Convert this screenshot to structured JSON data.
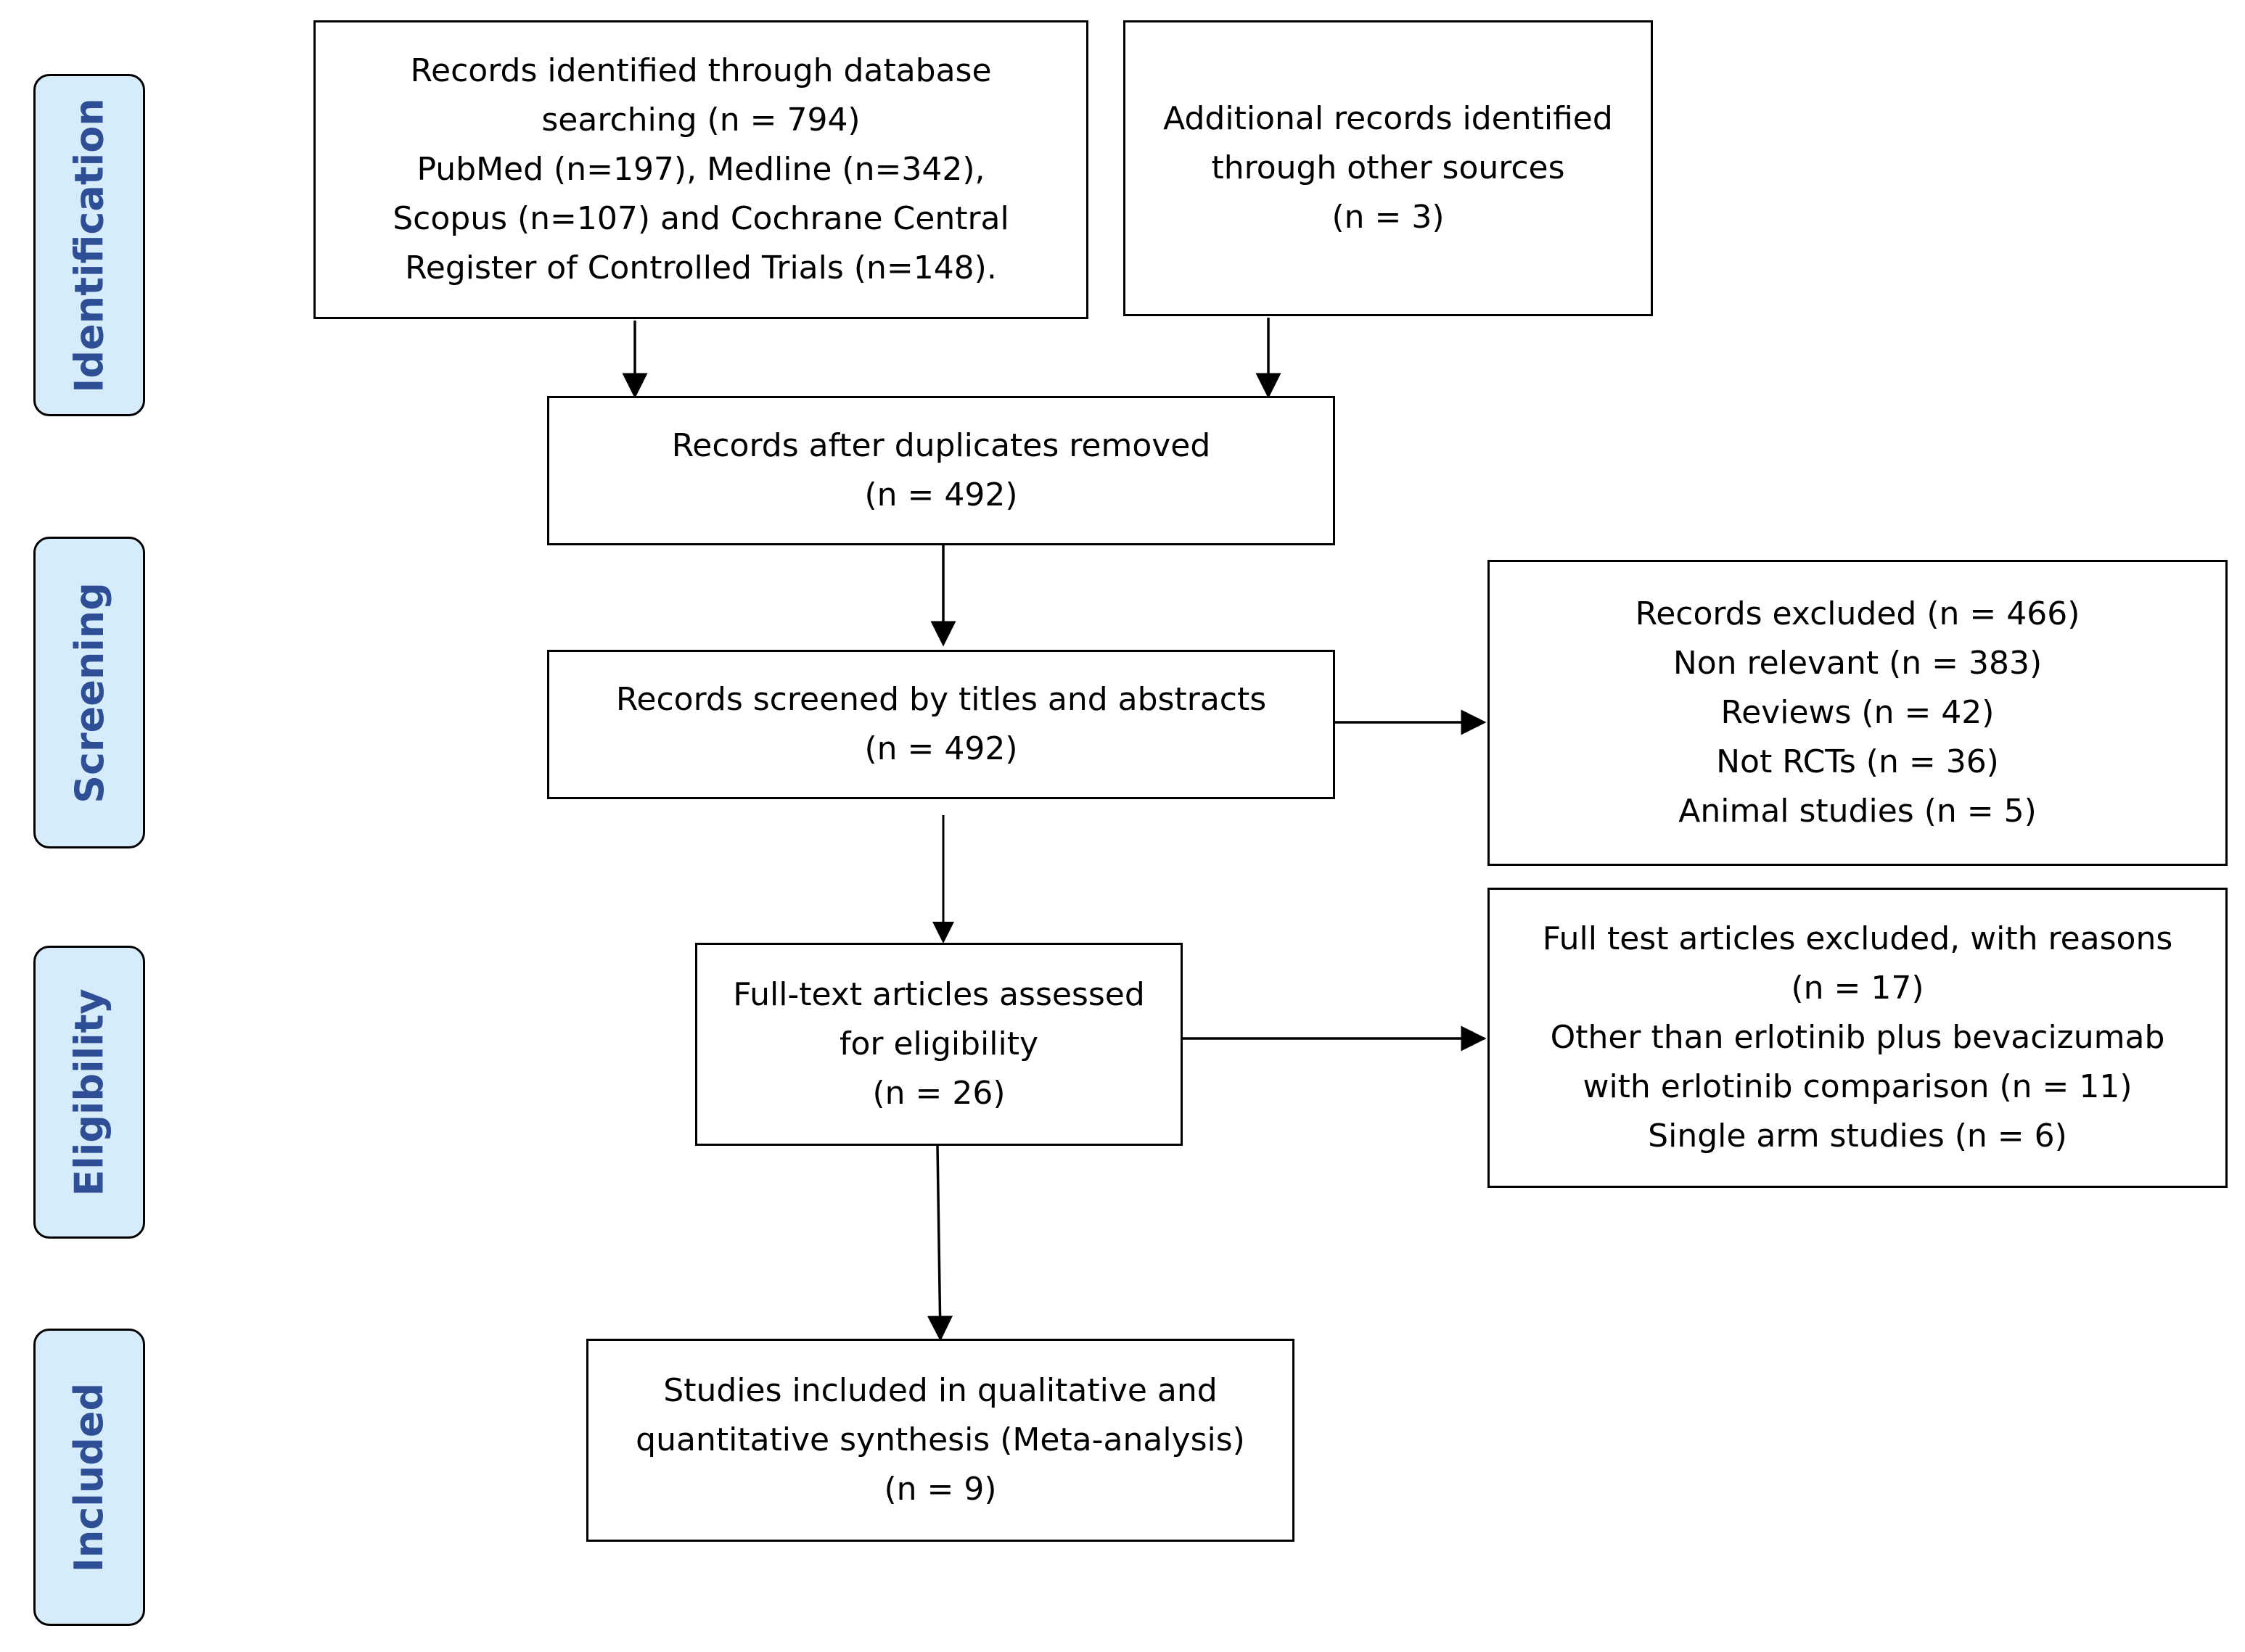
{
  "phases": {
    "identification": "Identification",
    "screening": "Screening",
    "eligibility": "Eligibility",
    "included": "Included"
  },
  "boxes": {
    "database": {
      "lines": [
        "Records identified through database",
        "searching (n = 794)",
        "PubMed (n=197), Medline (n=342),",
        "Scopus (n=107) and Cochrane Central",
        "Register of Controlled Trials (n=148)."
      ]
    },
    "other_sources": {
      "lines": [
        "Additional records identified",
        "through other sources",
        "(n = 3)"
      ]
    },
    "duplicates_removed": {
      "lines": [
        "Records after duplicates removed",
        "(n = 492)"
      ]
    },
    "screened": {
      "lines": [
        "Records screened by titles and abstracts",
        "(n = 492)"
      ]
    },
    "excluded": {
      "lines": [
        "Records excluded (n = 466)",
        "Non relevant (n = 383)",
        "Reviews (n = 42)",
        "Not RCTs (n = 36)",
        "Animal studies (n = 5)"
      ]
    },
    "full_text": {
      "lines": [
        "Full-text articles assessed",
        "for eligibility",
        "(n = 26)"
      ]
    },
    "full_text_excluded": {
      "lines": [
        "Full test articles excluded, with reasons",
        "(n = 17)",
        "Other than erlotinib plus bevacizumab",
        "with erlotinib comparison (n = 11)",
        "Single arm studies (n = 6)"
      ]
    },
    "included": {
      "lines": [
        "Studies included in qualitative and",
        "quantitative synthesis (Meta-analysis)",
        "(n = 9)"
      ]
    }
  }
}
